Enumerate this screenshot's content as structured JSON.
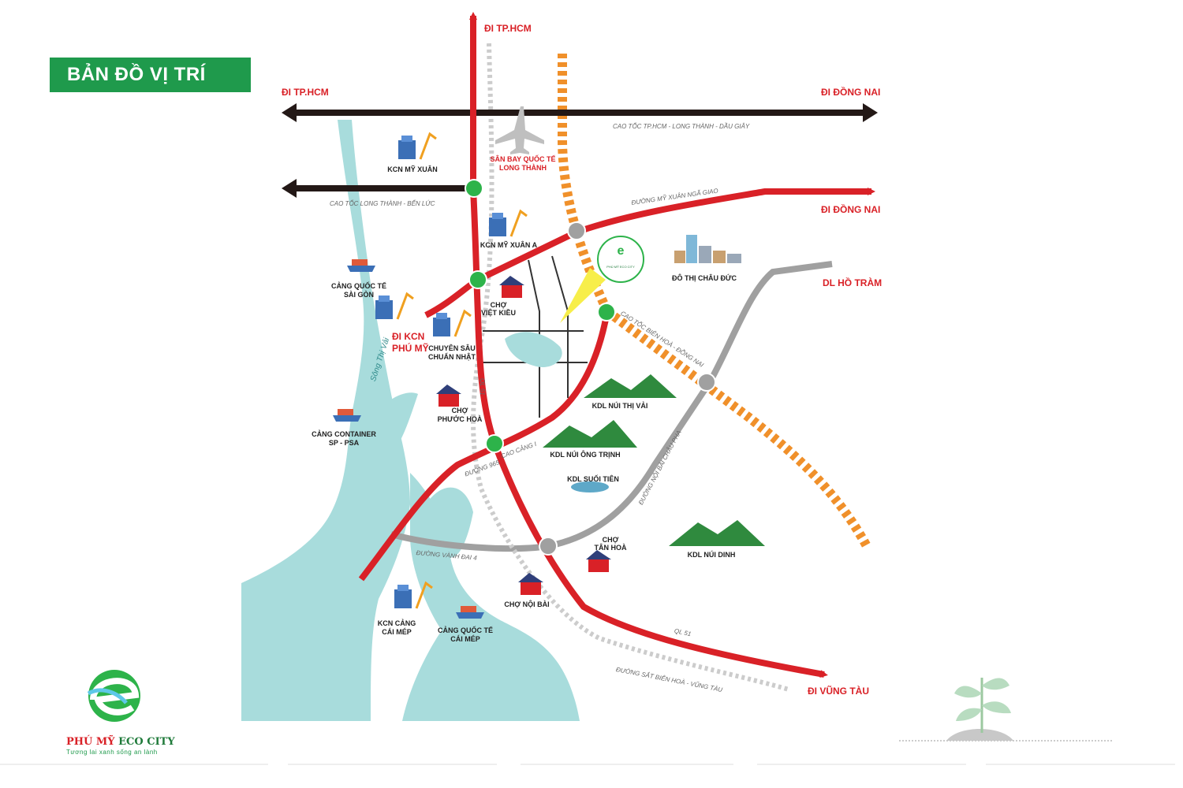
{
  "title": "BẢN ĐỒ VỊ TRÍ",
  "directions": {
    "north_hcm": "ĐI TP.HCM",
    "west_hcm": "ĐI TP.HCM",
    "east_dong_nai_top": "ĐI ĐỒNG NAI",
    "east_dong_nai_mid": "ĐI ĐỒNG NAI",
    "ho_tram": "DL HỒ TRÀM",
    "kcn_phu_my_line1": "ĐI KCN",
    "kcn_phu_my_line2": "PHÚ MỸ",
    "vung_tau": "ĐI VŨNG TÀU"
  },
  "roads": {
    "hcm_long_thanh_dau_giay": "CAO TỐC TP.HCM - LONG THÀNH - DẦU GIÂY",
    "long_thanh_ben_luc": "CAO TỐC LONG THÀNH - BẾN LỨC",
    "my_xuan_nga_giao": "ĐƯỜNG MỸ XUÂN NGÃ GIAO",
    "bien_hoa_dong_nai": "CAO TỐC BIÊN HOÀ - ĐỒNG NAI",
    "ql51_vertical": "QL 51",
    "duong_965": "ĐƯỜNG 965",
    "cao_cang": "CAO CẢNG I",
    "noi_bai_chau_pha": "ĐƯỜNG NỘI BÀI CHÂU PHA",
    "vanh_dai_4": "ĐƯỜNG VÀNH ĐAI 4",
    "ql51_bottom": "QL 51",
    "rail": "ĐƯỜNG SẮT BIÊN HOÀ - VŨNG TÀU"
  },
  "river": "Sông Thị Vải",
  "places": {
    "airport_l1": "SÂN BAY QUỐC TẾ",
    "airport_l2": "LONG THÀNH",
    "kcn_my_xuan": "KCN MỸ XUÂN",
    "kcn_my_xuan_a": "KCN MỸ XUÂN A",
    "cang_sai_gon_l1": "CẢNG QUỐC TẾ",
    "cang_sai_gon_l2": "SÀI GÒN",
    "cho_viet_kieu_l1": "CHỢ",
    "cho_viet_kieu_l2": "VIỆT KIỀU",
    "chuyen_sau_l1": "CHUYÊN SÂU",
    "chuyen_sau_l2": "CHUẨN NHẬT",
    "cho_phuoc_hoa_l1": "CHỢ",
    "cho_phuoc_hoa_l2": "PHƯỚC HOÀ",
    "cang_container_l1": "CẢNG CONTAINER",
    "cang_container_l2": "SP - PSA",
    "do_thi_chau_duc": "ĐÔ THỊ CHÂU ĐỨC",
    "kdl_thi_vai": "KDL NÚI THỊ VẢI",
    "kdl_ong_trinh": "KDL NÚI ÔNG TRỊNH",
    "kdl_suoi_tien": "KDL SUỐI TIÊN",
    "kdl_nui_dinh": "KDL NÚI DINH",
    "cho_tan_hoa_l1": "CHỢ",
    "cho_tan_hoa_l2": "TÂN HOÀ",
    "cho_noi_bai": "CHỢ NỘI BÀI",
    "kcn_cai_mep_l1": "KCN CẢNG",
    "kcn_cai_mep_l2": "CÁI MÉP",
    "cang_cai_mep_l1": "CẢNG QUỐC TẾ",
    "cang_cai_mep_l2": "CÁI MÉP"
  },
  "project_badge": "PHÚ MỸ ECO CITY",
  "logo": {
    "name_part1": "PHÚ MỸ ",
    "name_part2": "ECO CITY",
    "slogan": "Tương lai xanh sống an lành"
  },
  "colors": {
    "title_green": "#1f9a4c",
    "highway_red": "#d92127",
    "expressway_black": "#231816",
    "planned_orange": "#f0902a",
    "ring_road_gray": "#a0a0a0",
    "node_green": "#2db34a",
    "water": "#a8dcdc"
  },
  "icons": [
    "factory-icon",
    "ship-icon",
    "market-icon",
    "mountain-icon",
    "airplane-icon",
    "city-icon",
    "lake-icon",
    "sprout-icon"
  ]
}
